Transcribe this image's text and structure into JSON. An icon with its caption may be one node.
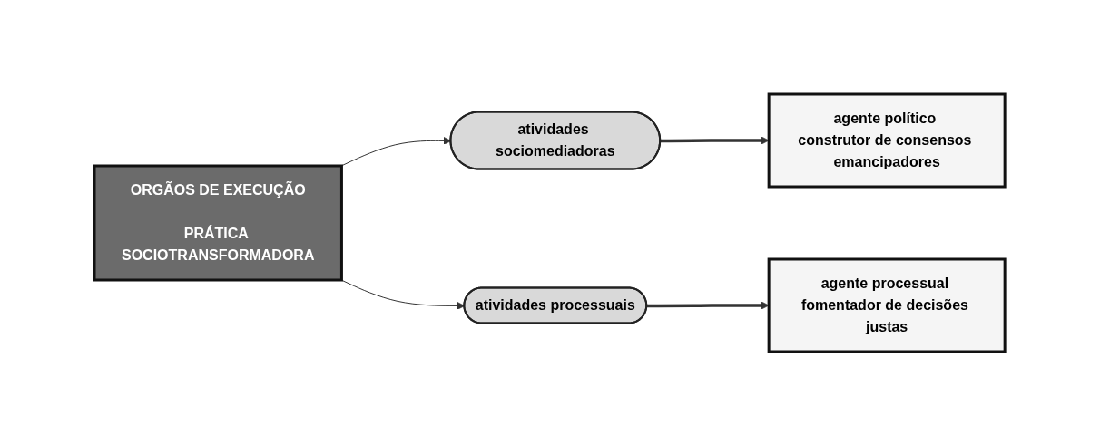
{
  "diagram": {
    "nodes": [
      {
        "text": [
          "ORGÃOS DE EXECUÇÃO",
          "PRÁTICA SOCIOTRANSFORMADORA"
        ]
      },
      {
        "text": [
          "atividades sociomediadoras"
        ]
      },
      {
        "text": [
          "agente político construtor de consensos emancipadores"
        ]
      },
      {
        "text": [
          "atividades processuais"
        ]
      },
      {
        "text": [
          "agente processual fomentador de decisões justas"
        ]
      }
    ],
    "edges": [
      {
        "from": 0,
        "to": 1,
        "arrow": "to"
      },
      {
        "from": 0,
        "to": 3,
        "arrow": "to"
      },
      {
        "from": 1,
        "to": 2,
        "arrow": "to",
        "style": "thick"
      },
      {
        "from": 3,
        "to": 4,
        "arrow": "to",
        "style": "thick"
      }
    ]
  }
}
